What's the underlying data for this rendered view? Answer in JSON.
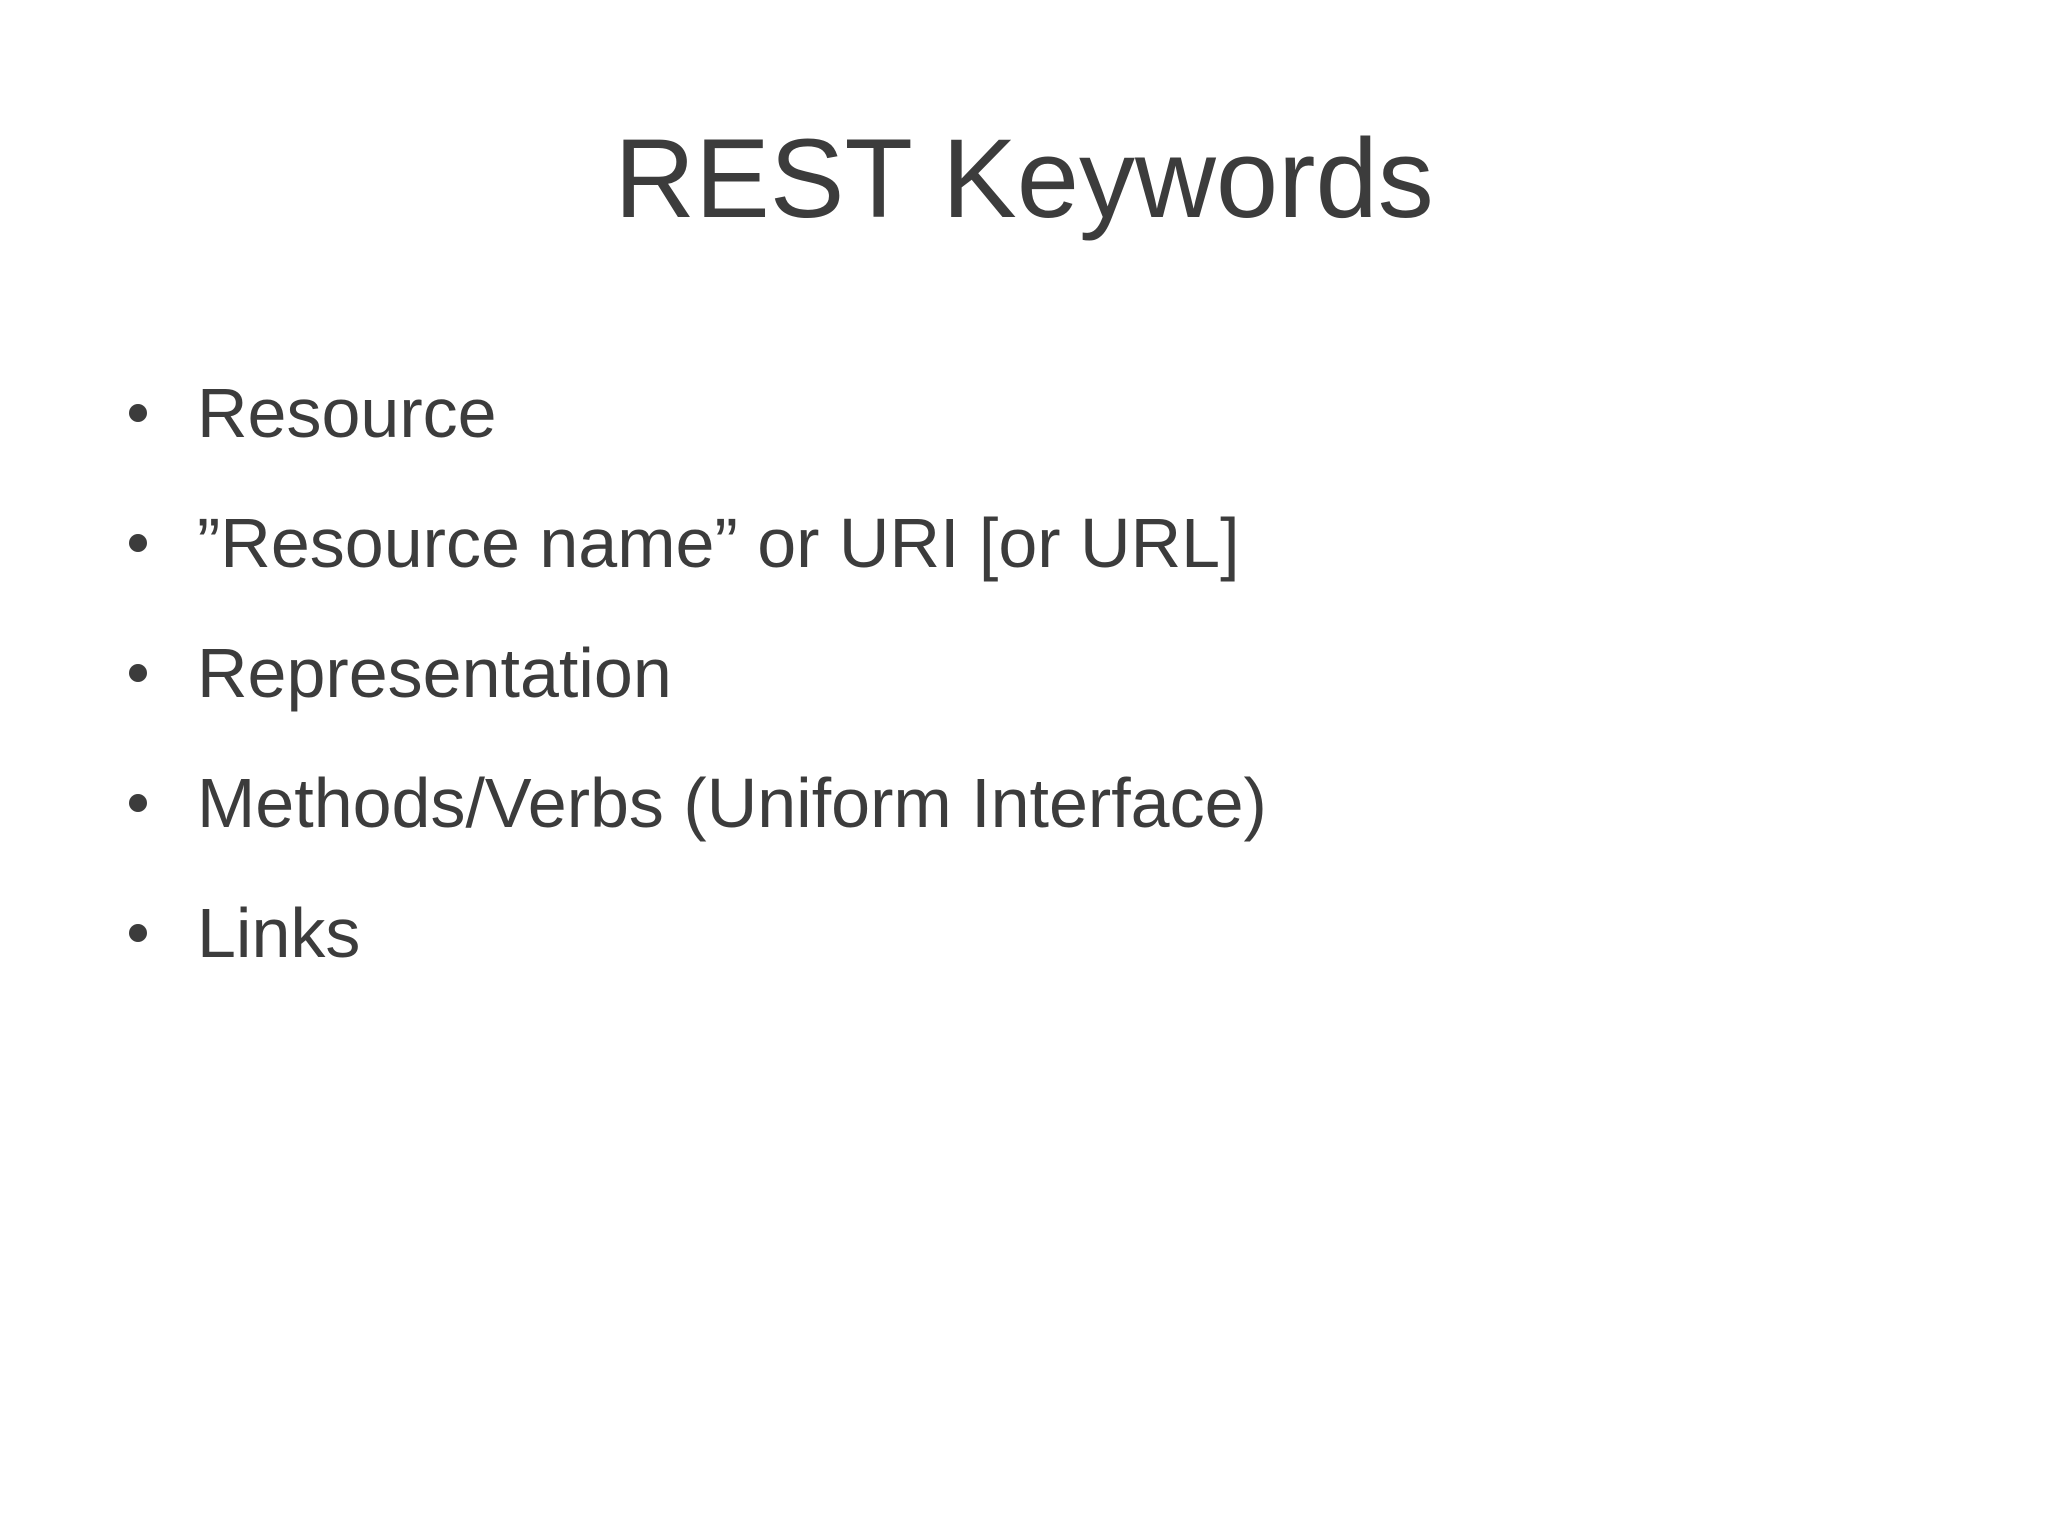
{
  "slide": {
    "title": "REST Keywords",
    "bullets": [
      "Resource",
      "”Resource name” or URI [or URL]",
      "Representation",
      "Methods/Verbs (Uniform Interface)",
      "Links"
    ]
  },
  "colors": {
    "background": "#ffffff",
    "text": "#3c3c3c"
  }
}
